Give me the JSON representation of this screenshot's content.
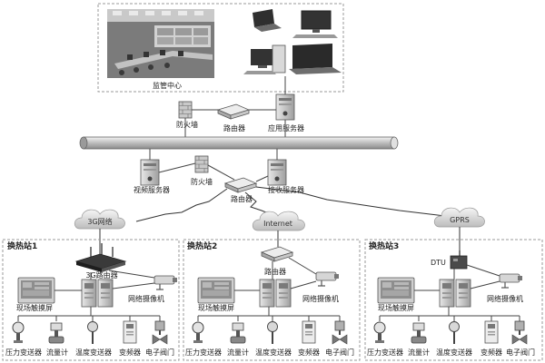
{
  "monitoring_center": {
    "title": "监管中心",
    "firewall": "防火墙",
    "router": "路由器",
    "app_server": "应用服务器"
  },
  "middle_tier": {
    "video_server": "视频服务器",
    "firewall": "防火墙",
    "receive_server": "接收服务器",
    "router": "路由器"
  },
  "networks": {
    "net_3g": "3G网络",
    "internet": "Internet",
    "gprs": "GPRS"
  },
  "stations": [
    {
      "title": "换热站1",
      "gateway": "3G路由器",
      "touchscreen": "现场触摸屏",
      "camera": "网络摄像机",
      "devices": [
        "压力变送器",
        "流量计",
        "温度变送器",
        "变频器",
        "电子阀门"
      ]
    },
    {
      "title": "换热站2",
      "gateway": "路由器",
      "touchscreen": "现场触摸屏",
      "camera": "网络摄像机",
      "devices": [
        "压力变送器",
        "流量计",
        "温度变送器",
        "变频器",
        "电子阀门"
      ]
    },
    {
      "title": "换热站3",
      "gateway": "DTU",
      "touchscreen": "现场触摸屏",
      "camera": "网络摄像机",
      "devices": [
        "压力变送器",
        "流量计",
        "温度变送器",
        "变频器",
        "电子阀门"
      ]
    }
  ]
}
